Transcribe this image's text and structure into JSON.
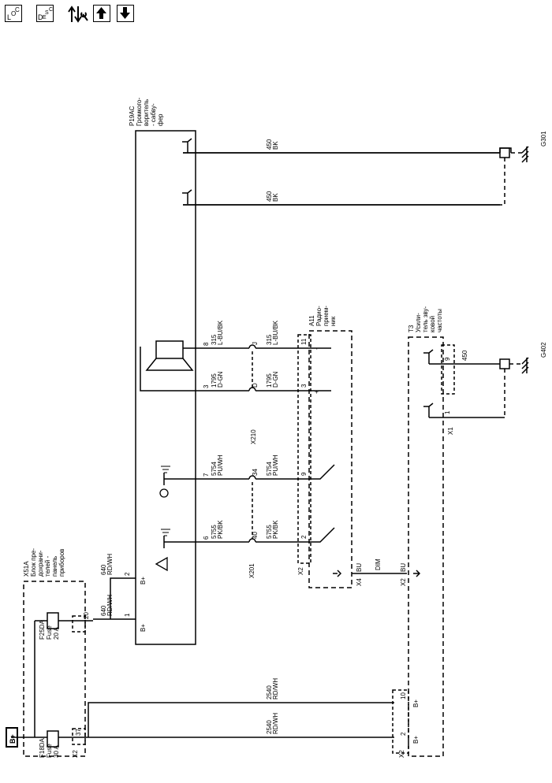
{
  "toolbar": {
    "loc": {
      "a": "L",
      "b": "O",
      "c": "C"
    },
    "desc": {
      "a": "D",
      "b": "E",
      "c": "S",
      "d": "C"
    }
  },
  "diagram": {
    "p19ac": {
      "ref": "P19AC",
      "name_lines": [
        "Громкого-",
        "воритель",
        "- сабву-",
        "фер"
      ]
    },
    "x51a": {
      "ref": "X51A",
      "name_lines": [
        "Блок пре-",
        "дохрани-",
        "телей -",
        "панель",
        "приборов"
      ]
    },
    "a11": {
      "ref": "A11",
      "name_lines": [
        "Радио-",
        "прием-",
        "ник"
      ]
    },
    "t3": {
      "ref": "T3",
      "name_lines": [
        "Усили-",
        "тель зву-",
        "ковой",
        "частоты"
      ]
    },
    "fuses": [
      {
        "name": "F25DA",
        "type": "Fuse",
        "rating": "20 A"
      },
      {
        "name": "F18DA",
        "type": "Fuse",
        "rating": "30 A"
      }
    ],
    "bplus": "B+",
    "grounds": {
      "g301": "G301",
      "g402": "G402"
    },
    "connectors": {
      "x201": "X201",
      "x210": "X210",
      "x1": "X1",
      "x2": "X2",
      "x4": "X4"
    },
    "wires": {
      "w450a": {
        "circuit": "450",
        "color": "BK"
      },
      "w450b": {
        "circuit": "450",
        "color": "BK"
      },
      "w315a": {
        "circuit": "315",
        "color": "L-BU/BK"
      },
      "w315b": {
        "circuit": "315",
        "color": "L-BU/BK"
      },
      "w1795a": {
        "circuit": "1795",
        "color": "D-GN"
      },
      "w1795b": {
        "circuit": "1795",
        "color": "D-GN"
      },
      "w5754a": {
        "circuit": "5754",
        "color": "PU/WH"
      },
      "w5754b": {
        "circuit": "5754",
        "color": "PU/WH"
      },
      "w5755a": {
        "circuit": "5755",
        "color": "PK/BK"
      },
      "w5755b": {
        "circuit": "5755",
        "color": "PK/BK"
      },
      "w640a": {
        "circuit": "640",
        "color": "RD/WH"
      },
      "w640b": {
        "circuit": "640",
        "color": "RD/WH"
      },
      "w2540a": {
        "circuit": "2540",
        "color": "RD/WH"
      },
      "w2540b": {
        "circuit": "2540",
        "color": "RD/WH"
      },
      "wdim": {
        "circuit": "",
        "color": "DIM"
      }
    },
    "pins": {
      "p8": "8",
      "p3": "3",
      "p7": "7",
      "p6": "6",
      "p2": "2",
      "p1": "1",
      "pJ": "J",
      "pD": "D",
      "p34": "34",
      "p40": "40",
      "p11": "11",
      "p3b": "3",
      "p9": "9",
      "p2b": "2",
      "p20": "20",
      "p37": "37",
      "p9t": "9",
      "p1t": "1",
      "p10": "10",
      "p2t": "2",
      "bu1": "BU",
      "bu2": "BU",
      "minus": "-",
      "plus": "+",
      "bp_top": "B+",
      "bp_bot": "B+",
      "bp_t3a": "B+",
      "bp_t3b": "B+"
    }
  }
}
